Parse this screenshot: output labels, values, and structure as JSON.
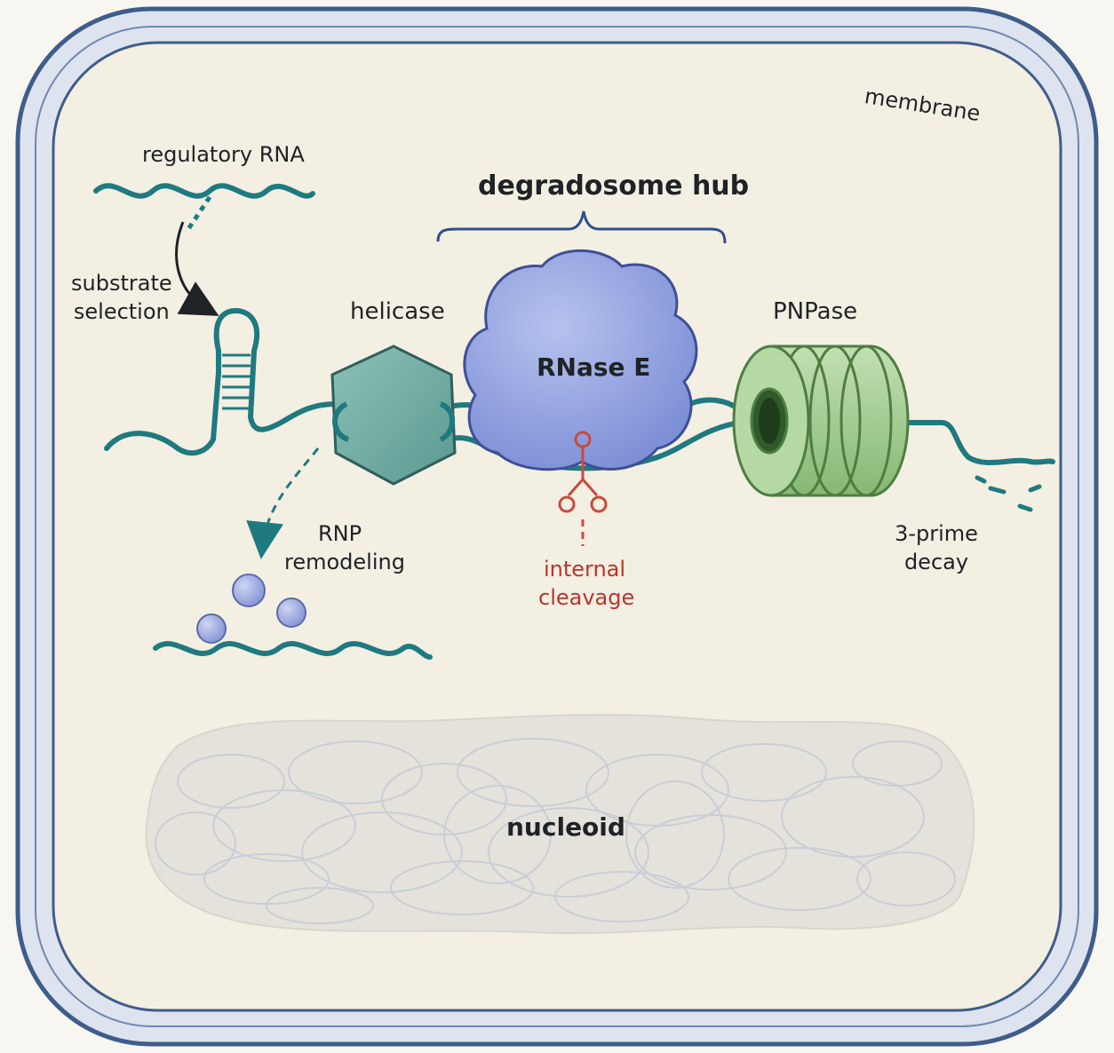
{
  "labels": {
    "membrane": "membrane",
    "regulatory_rna": "regulatory RNA",
    "substrate_selection": [
      "substrate",
      "selection"
    ],
    "degradosome_hub": "degradosome hub",
    "helicase": "helicase",
    "rnase_e": "RNase E",
    "pnpase": "PNPase",
    "rnp_remodeling": [
      "RNP",
      "remodeling"
    ],
    "internal_cleavage": [
      "internal",
      "cleavage"
    ],
    "three_prime_decay": [
      "3-prime",
      "decay"
    ],
    "nucleoid": "nucleoid"
  },
  "colors": {
    "membrane_outer": "#3f5d8a",
    "membrane_fill": "#dbe2ee",
    "cytoplasm": "#f3efe2",
    "rna": "#1f7a80",
    "helicase": "#6fa8a0",
    "rnase_e": "#8e9fdc",
    "pnpase": "#a7cf94",
    "cleavage": "#c94a3e",
    "nucleoid": "#e7e3dc"
  },
  "icons": {
    "cleavage": "scissors-icon",
    "selection_arrow": "curved-arrow-icon",
    "remodeling_arrow": "dashed-arrow-icon"
  }
}
